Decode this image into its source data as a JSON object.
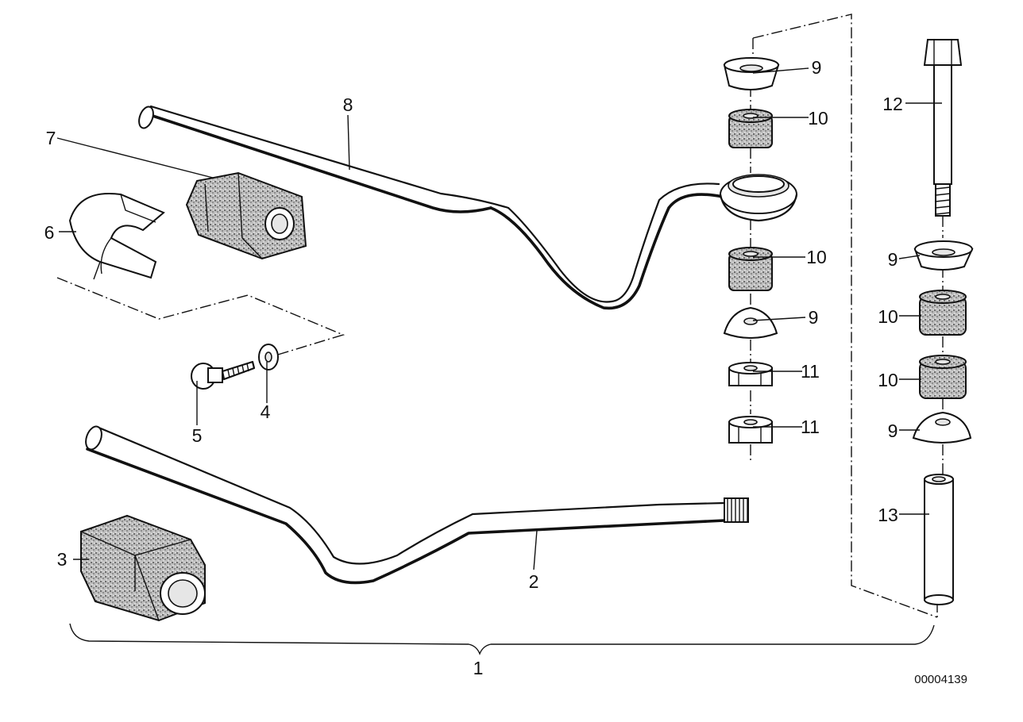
{
  "diagram": {
    "callouts": {
      "c1": "1",
      "c2": "2",
      "c3": "3",
      "c4": "4",
      "c5": "5",
      "c6": "6",
      "c7": "7",
      "c8": "8",
      "c9a": "9",
      "c9b": "9",
      "c9c": "9",
      "c9d": "9",
      "c10a": "10",
      "c10b": "10",
      "c10c": "10",
      "c10d": "10",
      "c11a": "11",
      "c11b": "11",
      "c12": "12",
      "c13": "13"
    },
    "document_number": "00004139"
  },
  "colors": {
    "ink": "#111111",
    "paper": "#ffffff",
    "rubber": "#bdbdbd"
  }
}
